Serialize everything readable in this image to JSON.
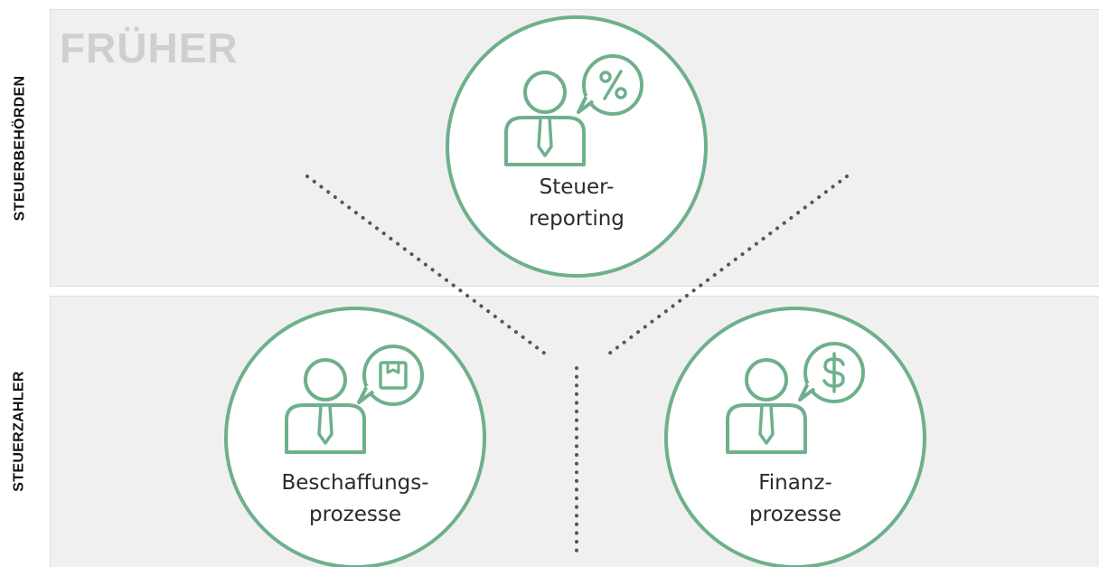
{
  "heading": "FRÜHER",
  "side_labels": {
    "top": "STEUERBEHÖRDEN",
    "bottom": "STEUERZAHLER"
  },
  "nodes": [
    {
      "id": "steuer",
      "line1": "Steuer-",
      "line2": "reporting",
      "icon": "percent-icon"
    },
    {
      "id": "beschaffung",
      "line1": "Beschaffungs-",
      "line2": "prozesse",
      "icon": "package-icon"
    },
    {
      "id": "finanz",
      "line1": "Finanz-",
      "line2": "prozesse",
      "icon": "dollar-icon"
    }
  ],
  "colors": {
    "accent": "#6eb08c",
    "band": "#f0f0f0",
    "heading": "#cfcfcf",
    "connector": "#555555"
  }
}
